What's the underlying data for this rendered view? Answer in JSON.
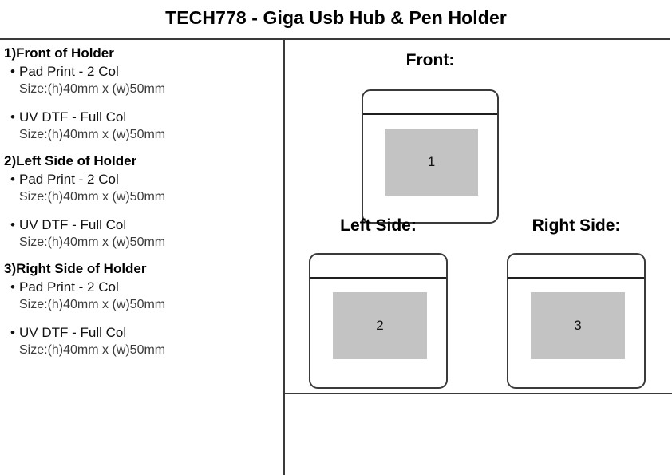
{
  "document": {
    "title": "TECH778 - Giga Usb Hub & Pen Holder"
  },
  "colors": {
    "print_area_fill": "#c3c3c3",
    "outline": "#3a3a3a",
    "text": "#000000",
    "size_text": "#3c3c3c"
  },
  "spec_panel": {
    "sections": [
      {
        "heading": "1)Front of Holder",
        "items": [
          {
            "bullet": "•",
            "label": "Pad Print - 2 Col",
            "size": "Size:(h)40mm x (w)50mm"
          },
          {
            "bullet": "•",
            "label": "UV DTF - Full Col",
            "size": "Size:(h)40mm x (w)50mm"
          }
        ]
      },
      {
        "heading": "2)Left Side of Holder",
        "items": [
          {
            "bullet": "•",
            "label": "Pad Print - 2 Col",
            "size": "Size:(h)40mm x (w)50mm"
          },
          {
            "bullet": "•",
            "label": "UV DTF - Full Col",
            "size": "Size:(h)40mm x (w)50mm"
          }
        ]
      },
      {
        "heading": "3)Right Side of Holder",
        "items": [
          {
            "bullet": "•",
            "label": "Pad Print - 2 Col",
            "size": "Size:(h)40mm x (w)50mm"
          },
          {
            "bullet": "•",
            "label": "UV DTF - Full Col",
            "size": "Size:(h)40mm x (w)50mm"
          }
        ]
      }
    ]
  },
  "artwork_panel": {
    "views": [
      {
        "label": "Front:",
        "print_number": "1"
      },
      {
        "label": "Left Side:",
        "print_number": "2"
      },
      {
        "label": "Right Side:",
        "print_number": "3"
      }
    ]
  }
}
